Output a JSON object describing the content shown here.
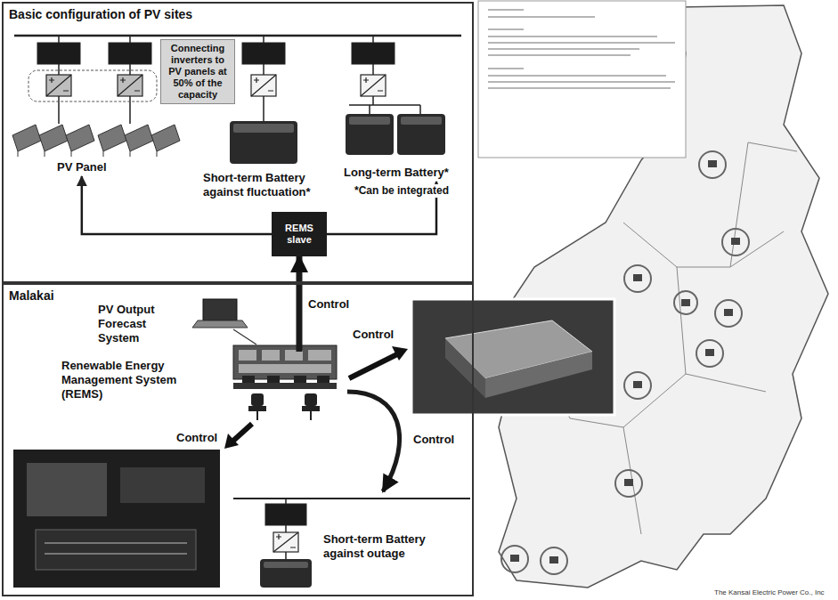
{
  "diagram": {
    "nodes": [
      {
        "text": [
          "Basic configuration of PV sites"
        ]
      },
      {
        "text": [
          "Connecting inverters to PV panels at 50% of the capacity"
        ],
        "in": 0
      },
      {
        "text": [
          "PV Panel"
        ],
        "in": 0
      },
      {
        "text": [
          "Short-term Battery against fluctuation*"
        ],
        "in": 0
      },
      {
        "text": [
          "Long-term Battery*"
        ],
        "in": 0
      },
      {
        "text": [
          "REMS slave"
        ],
        "in": 0
      },
      {
        "text": [
          "Malakai"
        ]
      },
      {
        "text": [
          "PV Output Forecast System"
        ],
        "in": 6
      },
      {
        "text": [
          "Renewable Energy Management System (REMS)"
        ],
        "in": 6
      },
      {
        "text": [
          "Short-term Battery against outage"
        ],
        "in": 6
      }
    ],
    "edges": [
      {
        "from": 5,
        "to": 2,
        "arrow": "to"
      },
      {
        "from": 5,
        "to": 4,
        "arrow": "to"
      },
      {
        "from": 8,
        "to": 5,
        "arrow": "to",
        "label": "Control"
      },
      {
        "from": 8,
        "to": 9,
        "arrow": "to",
        "label": "Control"
      }
    ],
    "labels": [
      "*Can be integrated",
      "Control",
      "Control",
      "The Kansai Electric Power Co., Inc"
    ]
  }
}
